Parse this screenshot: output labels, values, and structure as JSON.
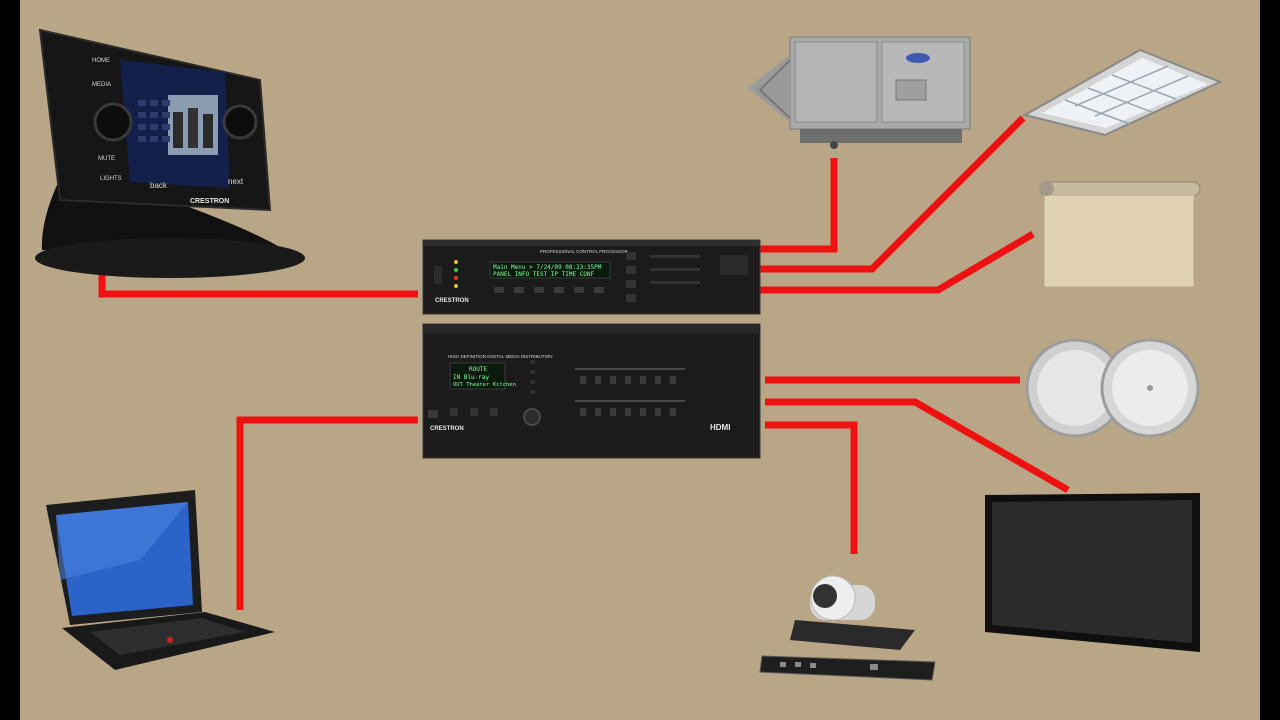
{
  "diagram": {
    "touch_panel": {
      "brand": "CRESTRON",
      "buttons_left": [
        "HOME",
        "MEDIA",
        "MUTE",
        "LIGHTS"
      ],
      "nav_left": "back",
      "nav_right": "next"
    },
    "control_processor": {
      "label": "PROFESSIONAL CONTROL PROCESSOR",
      "brand": "CRESTRON",
      "lcd_line1": "Main Menu  >  7/24/09  08:23:35PM",
      "lcd_line2": "PANEL  INFO  TEST  IP  TIME  CONF"
    },
    "media_switcher": {
      "label": "HIGH DEFINITION DIGITAL MEDIA DISTRIBUTION",
      "brand": "CRESTRON",
      "lcd_line1": "ROUTE",
      "lcd_line2": "IN  Blu-ray",
      "lcd_line3": "OUT Theater Kitchen",
      "logo": "HDMI"
    },
    "colors": {
      "background": "#b8a686",
      "wire": "#ee1111",
      "device_body": "#1b1b1b"
    },
    "devices": [
      "touch-panel",
      "laptop",
      "hvac-unit",
      "ceiling-light",
      "projector-screen",
      "ceiling-speakers",
      "flat-panel-display",
      "video-camera"
    ]
  }
}
